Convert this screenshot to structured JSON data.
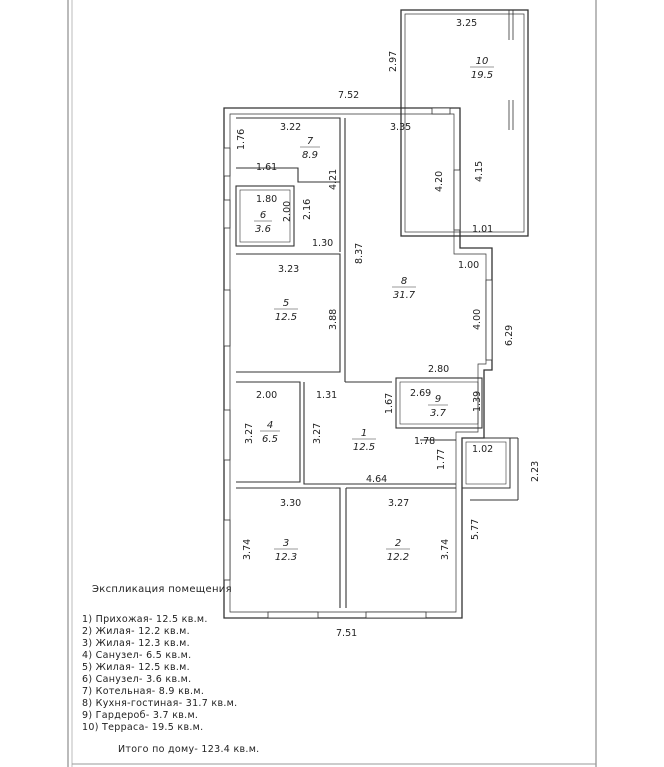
{
  "plan": {
    "dimensions": {
      "terrace_top": "3.25",
      "terrace_left": "2.97",
      "house_top": "7.52",
      "boiler_top": "3.22",
      "boiler_left": "1.76",
      "boiler_inner": "1.61",
      "boiler_right": "4.21",
      "kitchen_top": "3.35",
      "kitchen_right_a": "4.20",
      "terrace_right": "4.15",
      "terrace_bottom": "1.01",
      "bath6_top": "1.80",
      "bath6_right": "2.00",
      "bath6_outer": "2.16",
      "bath6_bottom": "1.30",
      "kitchen_left": "8.37",
      "room5_top": "3.23",
      "kitchen_step": "1.00",
      "kitchen_right_b": "4.00",
      "house_right": "6.29",
      "room5_right": "3.88",
      "wardrobe_top_line": "2.80",
      "wardrobe_top": "2.69",
      "wardrobe_right": "1.39",
      "bath4_top": "2.00",
      "hall_top": "1.31",
      "wardrobe_left": "1.67",
      "bath4_left": "3.27",
      "bath4_right": "3.27",
      "hall_step": "1.78",
      "porch_top": "1.02",
      "hall_right": "1.77",
      "porch_right": "2.23",
      "hall_bottom": "4.64",
      "room3_top": "3.30",
      "room2_top": "3.27",
      "bottom_right": "5.77",
      "room3_left": "3.74",
      "room2_right": "3.74",
      "house_bottom": "7.51"
    },
    "rooms": [
      {
        "num": "10",
        "area": "19.5"
      },
      {
        "num": "7",
        "area": "8.9"
      },
      {
        "num": "6",
        "area": "3.6"
      },
      {
        "num": "8",
        "area": "31.7"
      },
      {
        "num": "5",
        "area": "12.5"
      },
      {
        "num": "9",
        "area": "3.7"
      },
      {
        "num": "4",
        "area": "6.5"
      },
      {
        "num": "1",
        "area": "12.5"
      },
      {
        "num": "3",
        "area": "12.3"
      },
      {
        "num": "2",
        "area": "12.2"
      }
    ]
  },
  "legend": {
    "title": "Экспликация помещения",
    "items": [
      "1) Прихожая- 12.5 кв.м.",
      "2) Жилая- 12.2 кв.м.",
      "3) Жилая- 12.3 кв.м.",
      "4) Санузел- 6.5 кв.м.",
      "5) Жилая- 12.5 кв.м.",
      "6) Санузел- 3.6 кв.м.",
      "7) Котельная- 8.9 кв.м.",
      "8) Кухня-гостиная- 31.7 кв.м.",
      "9) Гардероб- 3.7 кв.м.",
      "10) Терраса- 19.5 кв.м."
    ],
    "total": "Итого по дому- 123.4 кв.м."
  }
}
